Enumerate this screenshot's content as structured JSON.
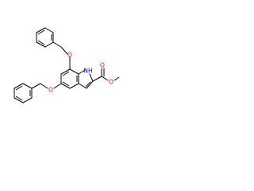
{
  "molecule": {
    "atom_labels": {
      "o_benzyloxy_top": "O",
      "o_benzyloxy_bottom": "O",
      "nh": "NH",
      "o_carbonyl": "O",
      "o_ester": "O"
    },
    "colors": {
      "oxygen": "#ff0000",
      "nitrogen": "#0000ff",
      "bond": "#000000"
    }
  }
}
